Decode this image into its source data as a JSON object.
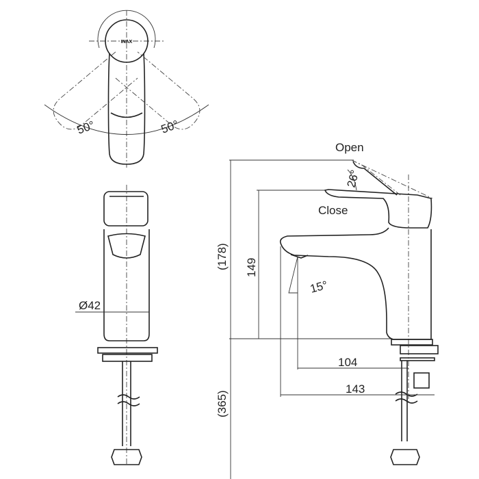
{
  "top_view": {
    "logo": "INAX",
    "angle_left": "50°",
    "angle_right": "50°"
  },
  "front_view": {
    "diameter": "Ø42"
  },
  "side_view": {
    "open_label": "Open",
    "close_label": "Close",
    "lever_angle": "26°",
    "spout_angle": "15°",
    "total_height": "(178)",
    "spout_height": "149",
    "hose_length": "(365)",
    "spout_reach": "104",
    "overall_depth": "143"
  },
  "colors": {
    "line": "#222222",
    "background": "#ffffff"
  }
}
